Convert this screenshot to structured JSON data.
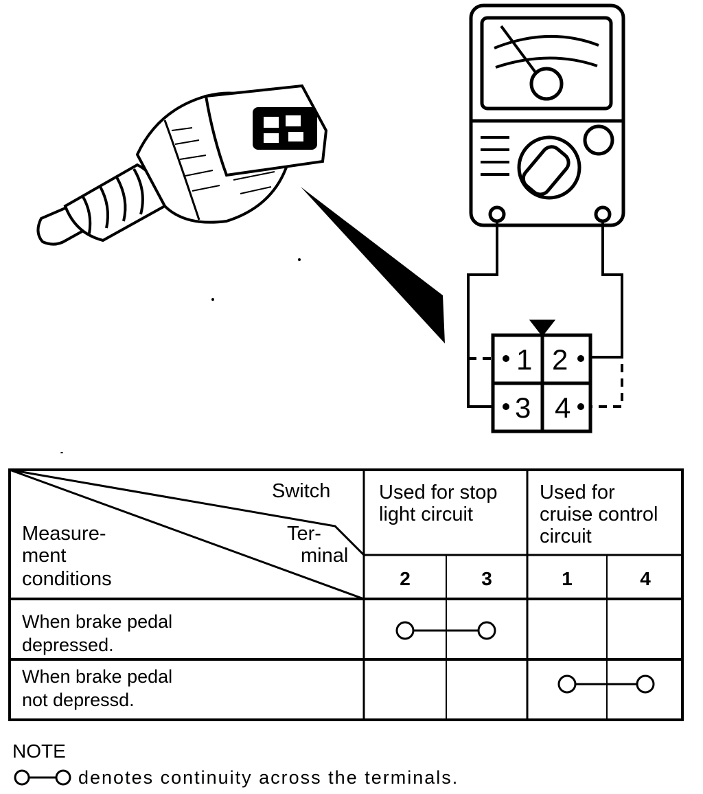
{
  "connector": {
    "terminals": [
      {
        "number": "1",
        "label": "1"
      },
      {
        "number": "2",
        "label": "2"
      },
      {
        "number": "3",
        "label": "3"
      },
      {
        "number": "4",
        "label": "4"
      }
    ]
  },
  "table": {
    "header": {
      "switch": "Switch",
      "terminal_line1": "Ter-",
      "terminal_line2": "minal",
      "measurement_line1": "Measure-",
      "measurement_line2": "ment",
      "measurement_line3": "conditions",
      "group_stop_line1": "Used for stop",
      "group_stop_line2": "light circuit",
      "group_cruise_line1": "Used for",
      "group_cruise_line2": "cruise control",
      "group_cruise_line3": "circuit"
    },
    "terminal_columns": [
      "2",
      "3",
      "1",
      "4"
    ],
    "rows": [
      {
        "condition_line1": "When brake pedal",
        "condition_line2": "depressed.",
        "continuity": [
          "2",
          "3"
        ]
      },
      {
        "condition_line1": "When brake pedal",
        "condition_line2": "not depressd.",
        "continuity": [
          "1",
          "4"
        ]
      }
    ]
  },
  "note": {
    "title": "NOTE",
    "text": "denotes continuity across the terminals."
  },
  "icons": {
    "continuity_symbol": "continuity-symbol-icon",
    "switch": "brake-switch-icon",
    "meter": "ohmmeter-icon"
  }
}
